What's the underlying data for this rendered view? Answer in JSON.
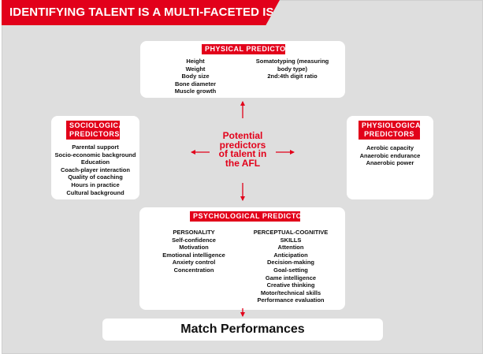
{
  "title": "IDENTIFYING TALENT IS A MULTI-FACETED ISSUE",
  "center": {
    "lines": [
      "Potential",
      "predictors",
      "of talent in",
      "the AFL"
    ]
  },
  "physical": {
    "label": "PHYSICAL PREDICTORS",
    "left_items": [
      "Height",
      "Weight",
      "Body size",
      "Bone diameter",
      "Muscle growth"
    ],
    "right_items": [
      "Somatotyping (measuring",
      "body type)",
      "2nd:4th digit ratio"
    ]
  },
  "sociological": {
    "label_lines": [
      "SOCIOLOGICAL",
      "PREDICTORS"
    ],
    "items": [
      "Parental support",
      "Socio-economic background",
      "Education",
      "Coach-player interaction",
      "Quality of coaching",
      "Hours in practice",
      "Cultural background"
    ]
  },
  "physiological": {
    "label_lines": [
      "PHYSIOLOGICAL",
      "PREDICTORS"
    ],
    "items": [
      "Aerobic capacity",
      "Anaerobic endurance",
      "Anaerobic power"
    ]
  },
  "psychological": {
    "label": "PSYCHOLOGICAL PREDICTORS",
    "personality": {
      "heading": "PERSONALITY",
      "items": [
        "Self-confidence",
        "Motivation",
        "Emotional intelligence",
        "Anxiety control",
        "Concentration"
      ]
    },
    "perceptual": {
      "heading_lines": [
        "PERCEPTUAL-COGNITIVE",
        "SKILLS"
      ],
      "items": [
        "Attention",
        "Anticipation",
        "Decision-making",
        "Goal-setting",
        "Game intelligence",
        "Creative thinking",
        "Motor/technical skills",
        "Performance evaluation"
      ]
    }
  },
  "footer": {
    "label": "Match Performances"
  },
  "colors": {
    "accent": "#e2001a",
    "panel_bg": "#dedede",
    "box_bg": "#ffffff",
    "text": "#111111"
  }
}
